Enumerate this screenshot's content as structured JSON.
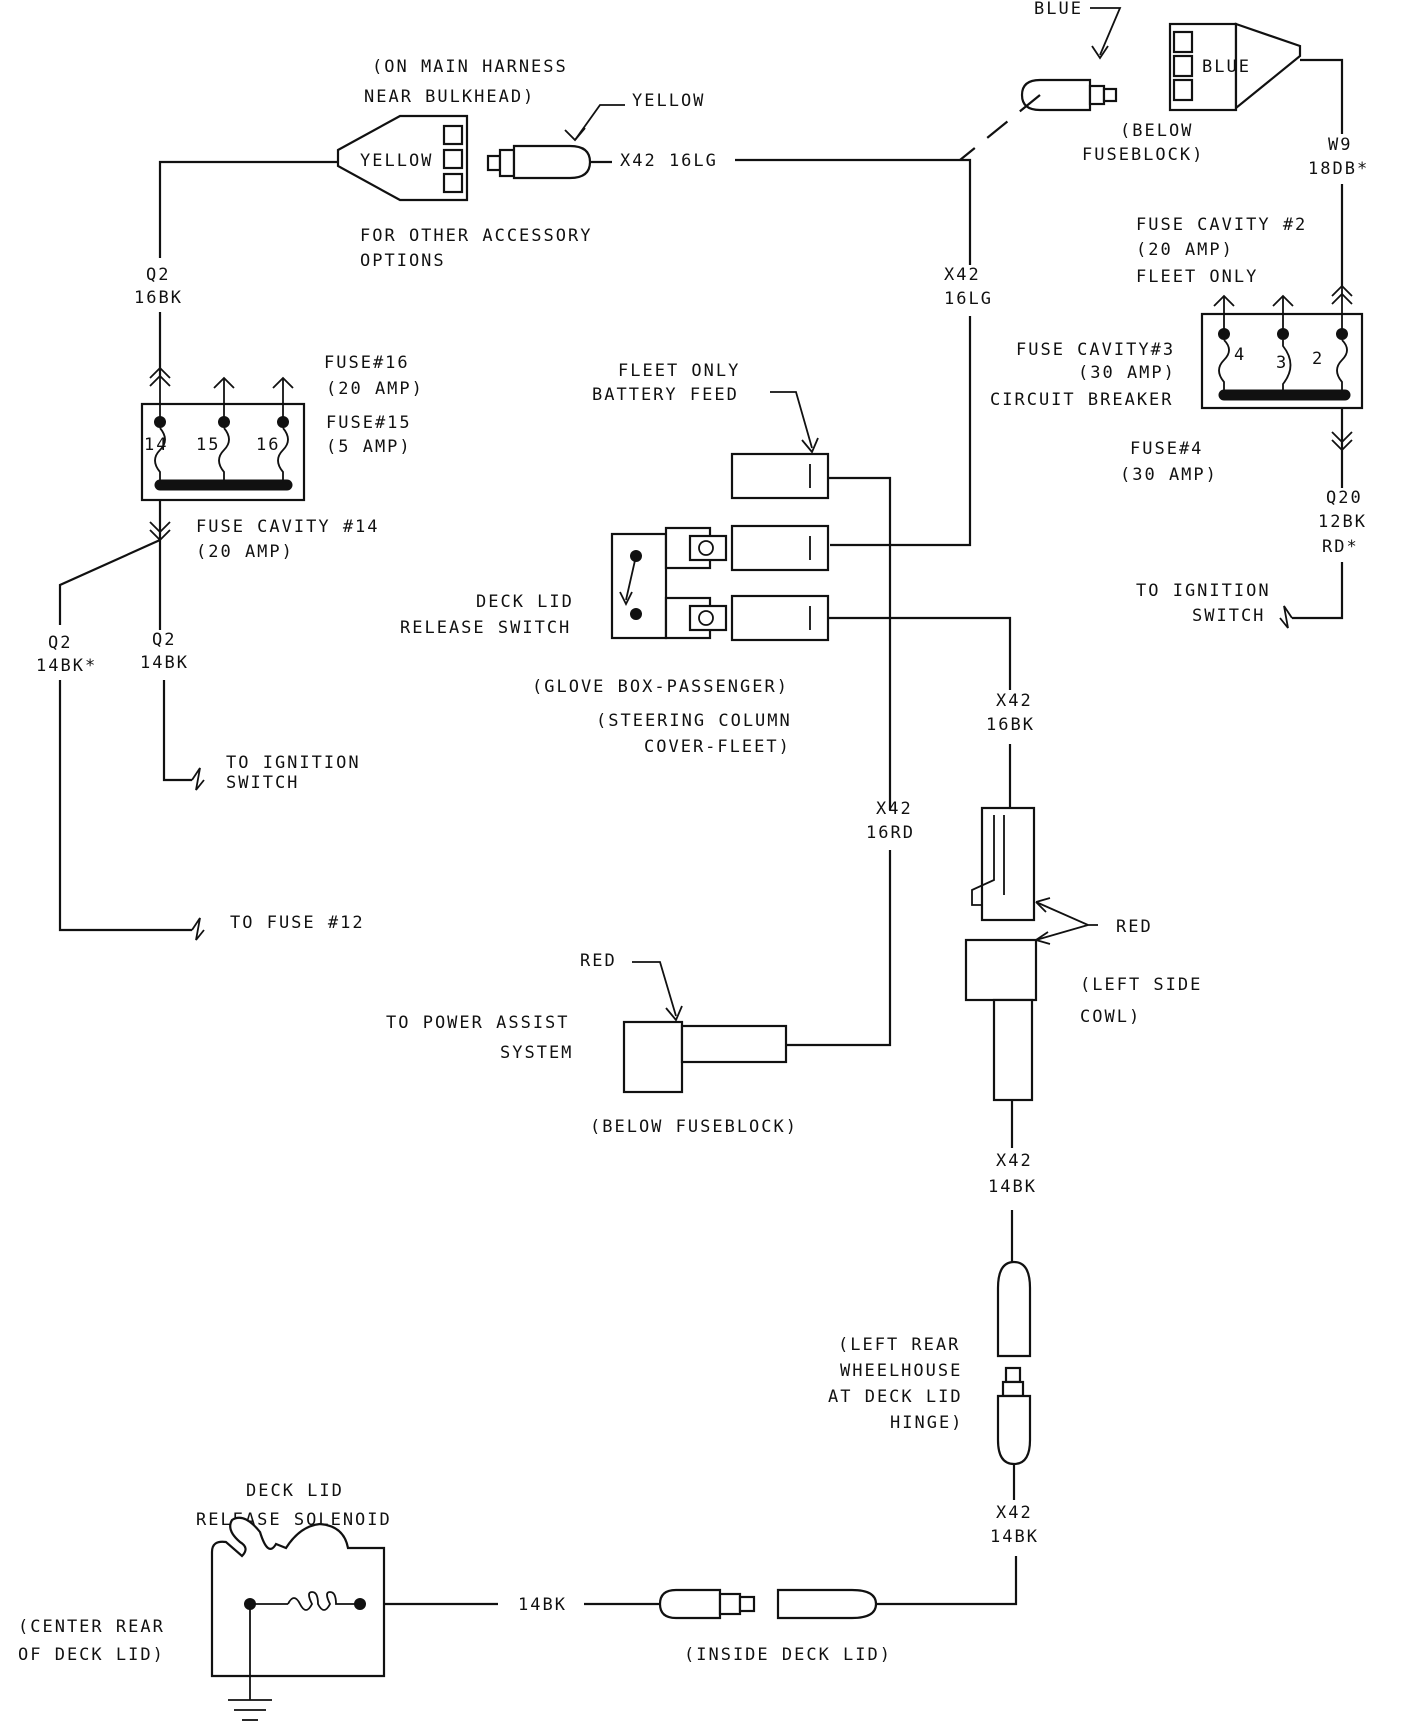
{
  "labels": {
    "blue_top": "BLUE",
    "blue_conn": "BLUE",
    "below_fuseblock_top_1": "(BELOW",
    "below_fuseblock_top_2": "FUSEBLOCK)",
    "main_harness_1": "(ON MAIN HARNESS",
    "main_harness_2": "NEAR BULKHEAD)",
    "yellow_callout": "YELLOW",
    "yellow_conn": "YELLOW",
    "x42_16lg_top": "X42 16LG",
    "other_acc_1": "FOR OTHER ACCESSORY",
    "other_acc_2": "OPTIONS",
    "w9_1": "W9",
    "w9_2": "18DB*",
    "fuse_cav2_1": "FUSE CAVITY #2",
    "fuse_cav2_2": "(20 AMP)",
    "fuse_cav2_3": "FLEET ONLY",
    "q2_16bk_1": "Q2",
    "q2_16bk_2": "16BK",
    "x42_16lg_mid_1": "X42",
    "x42_16lg_mid_2": "16LG",
    "fuse16_1": "FUSE#16",
    "fuse16_2": "(20 AMP)",
    "fuse15_1": "FUSE#15",
    "fuse15_2": "(5 AMP)",
    "fleet_feed_1": "FLEET ONLY",
    "fleet_feed_2": "BATTERY FEED",
    "fuse_cav3_1": "FUSE CAVITY#3",
    "fuse_cav3_2": "(30 AMP)",
    "fuse_cav3_3": "CIRCUIT BREAKER",
    "fuse4_1": "FUSE#4",
    "fuse4_2": "(30 AMP)",
    "q20_1": "Q20",
    "q20_2": "12BK",
    "q20_3": "RD*",
    "fuse_cav14_1": "FUSE CAVITY #14",
    "fuse_cav14_2": "(20 AMP)",
    "to_ign_right_1": "TO IGNITION",
    "to_ign_right_2": "SWITCH",
    "deck_switch_1": "DECK LID",
    "deck_switch_2": "RELEASE SWITCH",
    "q2_14bk_star_1": "Q2",
    "q2_14bk_star_2": "14BK*",
    "q2_14bk_1": "Q2",
    "q2_14bk_2": "14BK",
    "glove_box": "(GLOVE BOX-PASSENGER)",
    "steering_1": "(STEERING COLUMN",
    "steering_2": "COVER-FLEET)",
    "x42_16bk_1": "X42",
    "x42_16bk_2": "16BK",
    "to_ign_left_1": "TO IGNITION",
    "to_ign_left_2": "SWITCH",
    "x42_16rd_1": "X42",
    "x42_16rd_2": "16RD",
    "to_fuse12": "TO FUSE #12",
    "red_cowl": "RED",
    "red_power": "RED",
    "left_cowl_1": "(LEFT SIDE",
    "left_cowl_2": "COWL)",
    "power_assist_1": "TO POWER ASSIST",
    "power_assist_2": "SYSTEM",
    "below_fuseblock_bottom": "(BELOW FUSEBLOCK)",
    "x42_14bk_a_1": "X42",
    "x42_14bk_a_2": "14BK",
    "wheelhouse_1": "(LEFT REAR",
    "wheelhouse_2": "WHEELHOUSE",
    "wheelhouse_3": "AT DECK LID",
    "wheelhouse_4": "HINGE)",
    "solenoid_1": "DECK LID",
    "solenoid_2": "RELEASE SOLENOID",
    "x42_14bk_b_1": "X42",
    "x42_14bk_b_2": "14BK",
    "center_rear_1": "(CENTER REAR",
    "center_rear_2": "OF DECK LID)",
    "wire_14bk": "14BK",
    "inside_deck": "(INSIDE DECK LID)"
  },
  "fuse_numbers": {
    "f14": "14",
    "f15": "15",
    "f16": "16",
    "f4": "4",
    "f3": "3",
    "f2": "2"
  }
}
